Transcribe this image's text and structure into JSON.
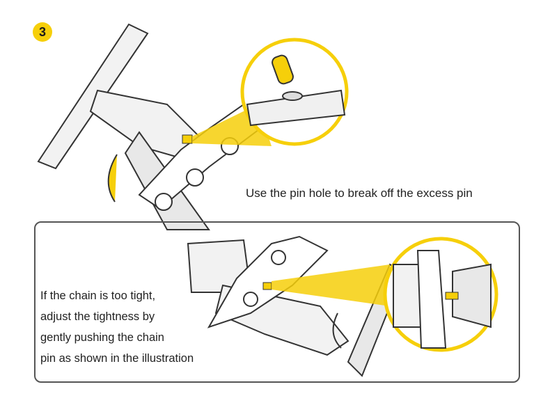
{
  "step": {
    "number": "3"
  },
  "top_caption": "Use the pin hole to break off the excess pin",
  "bottom_caption": {
    "lines": [
      "If the chain is too tight,",
      "adjust the tightness by",
      "gently pushing the chain",
      "pin as shown in the illustration"
    ]
  },
  "colors": {
    "accent": "#f6cf0a",
    "outline": "#333333",
    "panel_border": "#555555",
    "fill": "#ededed"
  }
}
